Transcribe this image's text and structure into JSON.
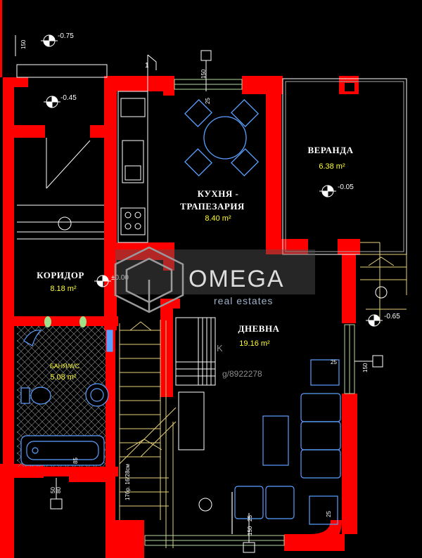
{
  "rooms": {
    "kitchen_name_line1": "КУХНЯ -",
    "kitchen_name_line2": "ТРАПЕЗАРИЯ",
    "kitchen_area": "8.40 m²",
    "veranda_name": "ВЕРАНДА",
    "veranda_area": "6.38 m²",
    "corridor_name": "КОРИДОР",
    "corridor_area": "8.18 m²",
    "living_name": "ДНЕВНА",
    "living_area": "19.16 m²",
    "bathroom_name": "БАНЯ/WC",
    "bathroom_area": "5.08 m²"
  },
  "levels": {
    "top_left": "-0.75",
    "entrance": "-0.45",
    "veranda": "-0.05",
    "corridor": "±0.00",
    "right": "-0.65"
  },
  "dimensions": {
    "left_150": "150",
    "top_150": "150",
    "right_150": "150",
    "bottom_150": "150",
    "stair": "17бр. 16/28см",
    "v25_a": "25",
    "v25_b": "25",
    "v25_c": "25",
    "v25_d": "25",
    "v85": "85",
    "v50": "50",
    "v80": "80",
    "section_mark": "1"
  },
  "watermark": {
    "brand": "OMEGA",
    "sub": "real estates",
    "url": "g/8922278",
    "letter_k": "K"
  },
  "colors": {
    "wall": "#ff0000",
    "cad_line": "#ffffff",
    "furniture": "#5aa0ff",
    "stair_line": "#e8d27a",
    "text_area": "#ffff33"
  }
}
